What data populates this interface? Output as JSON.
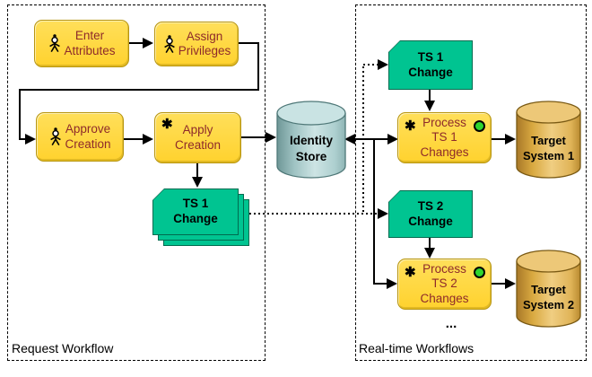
{
  "regions": {
    "request": {
      "label": "Request Workflow"
    },
    "realtime": {
      "label": "Real-time Workflows",
      "more_indicator": "..."
    }
  },
  "icons": {
    "automated_task_glyph": "✱"
  },
  "nodes": {
    "enter_attributes": {
      "label": "Enter\nAttributes",
      "icon": "person-icon"
    },
    "assign_privileges": {
      "label": "Assign\nPrivileges",
      "icon": "person-icon"
    },
    "approve_creation": {
      "label": "Approve\nCreation",
      "icon": "person-icon"
    },
    "apply_creation": {
      "label": "Apply\nCreation",
      "icon": "automated-task-icon"
    },
    "ts1_change_queue": {
      "label": "TS 1\nChange"
    },
    "identity_store": {
      "label": "Identity\nStore"
    },
    "ts1_change": {
      "label": "TS 1\nChange"
    },
    "process_ts1_changes": {
      "label": "Process\nTS 1\nChanges",
      "icon": "automated-task-icon",
      "status_icon": "green-dot-icon"
    },
    "target_system_1": {
      "label": "Target\nSystem 1"
    },
    "ts2_change": {
      "label": "TS 2\nChange"
    },
    "process_ts2_changes": {
      "label": "Process\nTS 2\nChanges",
      "icon": "automated-task-icon",
      "status_icon": "green-dot-icon"
    },
    "target_system_2": {
      "label": "Target\nSystem 2"
    }
  },
  "colors": {
    "task_fill": "#FFD83C",
    "task_border": "#B7950F",
    "task_text": "#8E2A2A",
    "event_fill": "#00C491",
    "event_border": "#006B4F",
    "identity_store_fill": "#A9CCCC",
    "target_system_fill": "#E3B055",
    "status_dot": "#2FD52F",
    "line": "#000000"
  }
}
